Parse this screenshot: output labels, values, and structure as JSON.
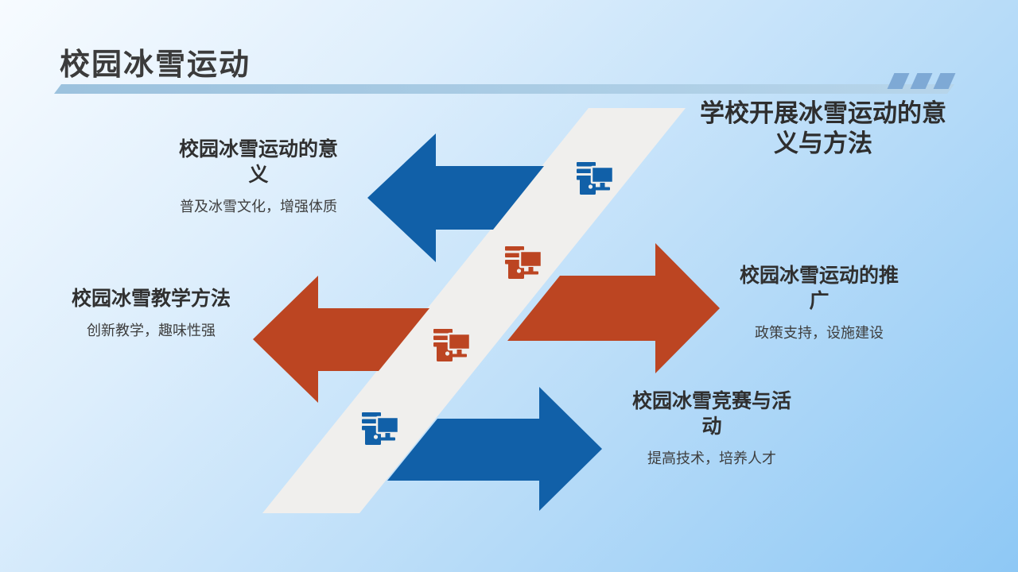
{
  "slide": {
    "title": "校园冰雪运动",
    "heading": {
      "lines": [
        "学校开展冰雪运动的意",
        "义与方法"
      ]
    },
    "colors": {
      "blue": "#1160A8",
      "orange": "#BC4522",
      "band": "#F0EFED",
      "icon_gap": "#F0EFED"
    },
    "items": [
      {
        "title_line1": "校园冰雪运动的意",
        "title_line2": "义",
        "subtitle": "普及冰雪文化，增强体质",
        "arrow_direction": "left",
        "arrow_color": "#1160A8"
      },
      {
        "title_line1": "校园冰雪教学方法",
        "title_line2": "",
        "subtitle": "创新教学，趣味性强",
        "arrow_direction": "left",
        "arrow_color": "#BC4522"
      },
      {
        "title_line1": "校园冰雪运动的推",
        "title_line2": "广",
        "subtitle": "政策支持，设施建设",
        "arrow_direction": "right",
        "arrow_color": "#BC4522"
      },
      {
        "title_line1": "校园冰雪竞赛与活",
        "title_line2": "动",
        "subtitle": "提高技术，培养人才",
        "arrow_direction": "right",
        "arrow_color": "#1160A8"
      }
    ],
    "icons": {
      "count": 4,
      "name": "desktop-computer"
    }
  }
}
